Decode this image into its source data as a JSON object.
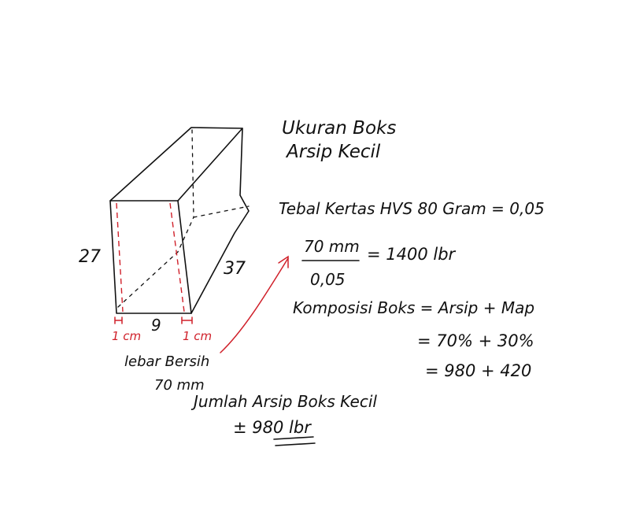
{
  "title": {
    "line1": "Ukuran Boks",
    "line2": "Arsip Kecil"
  },
  "box": {
    "height_label": "27",
    "depth_label": "37",
    "width_label": "9",
    "margin_left": "1 cm",
    "margin_right": "1 cm",
    "net_width_label": "lebar Bersih",
    "net_width_value": "70 mm"
  },
  "calc": {
    "paper_thickness": "Tebal Kertas HVS 80 Gram = 0,05",
    "numerator": "70 mm",
    "denominator": "0,05",
    "result": "= 1400 lbr",
    "composition": "Komposisi Boks = Arsip + Map",
    "percent": "= 70% + 30%",
    "split": "= 980 + 420",
    "total_label": "Jumlah Arsip Boks Kecil",
    "total_value": "± 980 lbr"
  }
}
